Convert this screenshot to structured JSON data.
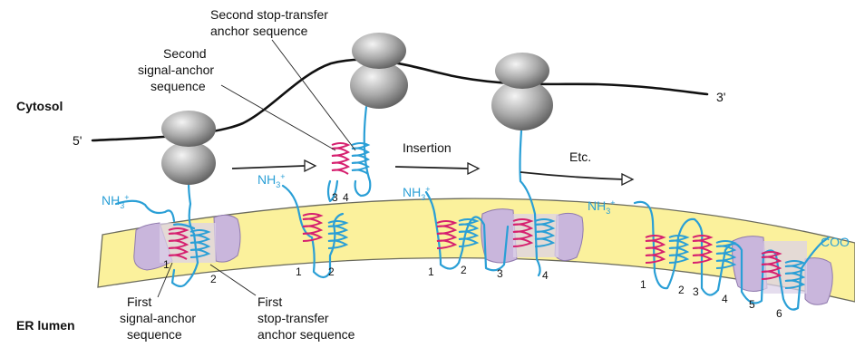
{
  "regions": {
    "cytosol": "Cytosol",
    "er_lumen": "ER lumen"
  },
  "mrna": {
    "five_prime": "5'",
    "three_prime": "3'"
  },
  "steps": {
    "insertion": "Insertion",
    "etc": "Etc."
  },
  "terminals": {
    "n_term_base": "NH",
    "n_term_sub": "3",
    "n_term_sup": "+",
    "c_term": "COO"
  },
  "callouts": {
    "second_stop_transfer": [
      "Second stop-transfer",
      "anchor sequence"
    ],
    "second_signal_anchor": [
      "Second",
      "signal-anchor",
      "sequence"
    ],
    "first_signal_anchor": [
      "First",
      "signal-anchor",
      "sequence"
    ],
    "first_stop_transfer": [
      "First",
      "stop-transfer",
      "anchor sequence"
    ]
  },
  "segment_numbers": [
    "1",
    "2",
    "3",
    "4",
    "5",
    "6"
  ],
  "colors": {
    "membrane": "#fbf19c",
    "translocon": "#c9b6dc",
    "chain": "#2a9fd6",
    "signal_anchor": "#d6206f",
    "ribosome": "#a9a9a9"
  }
}
